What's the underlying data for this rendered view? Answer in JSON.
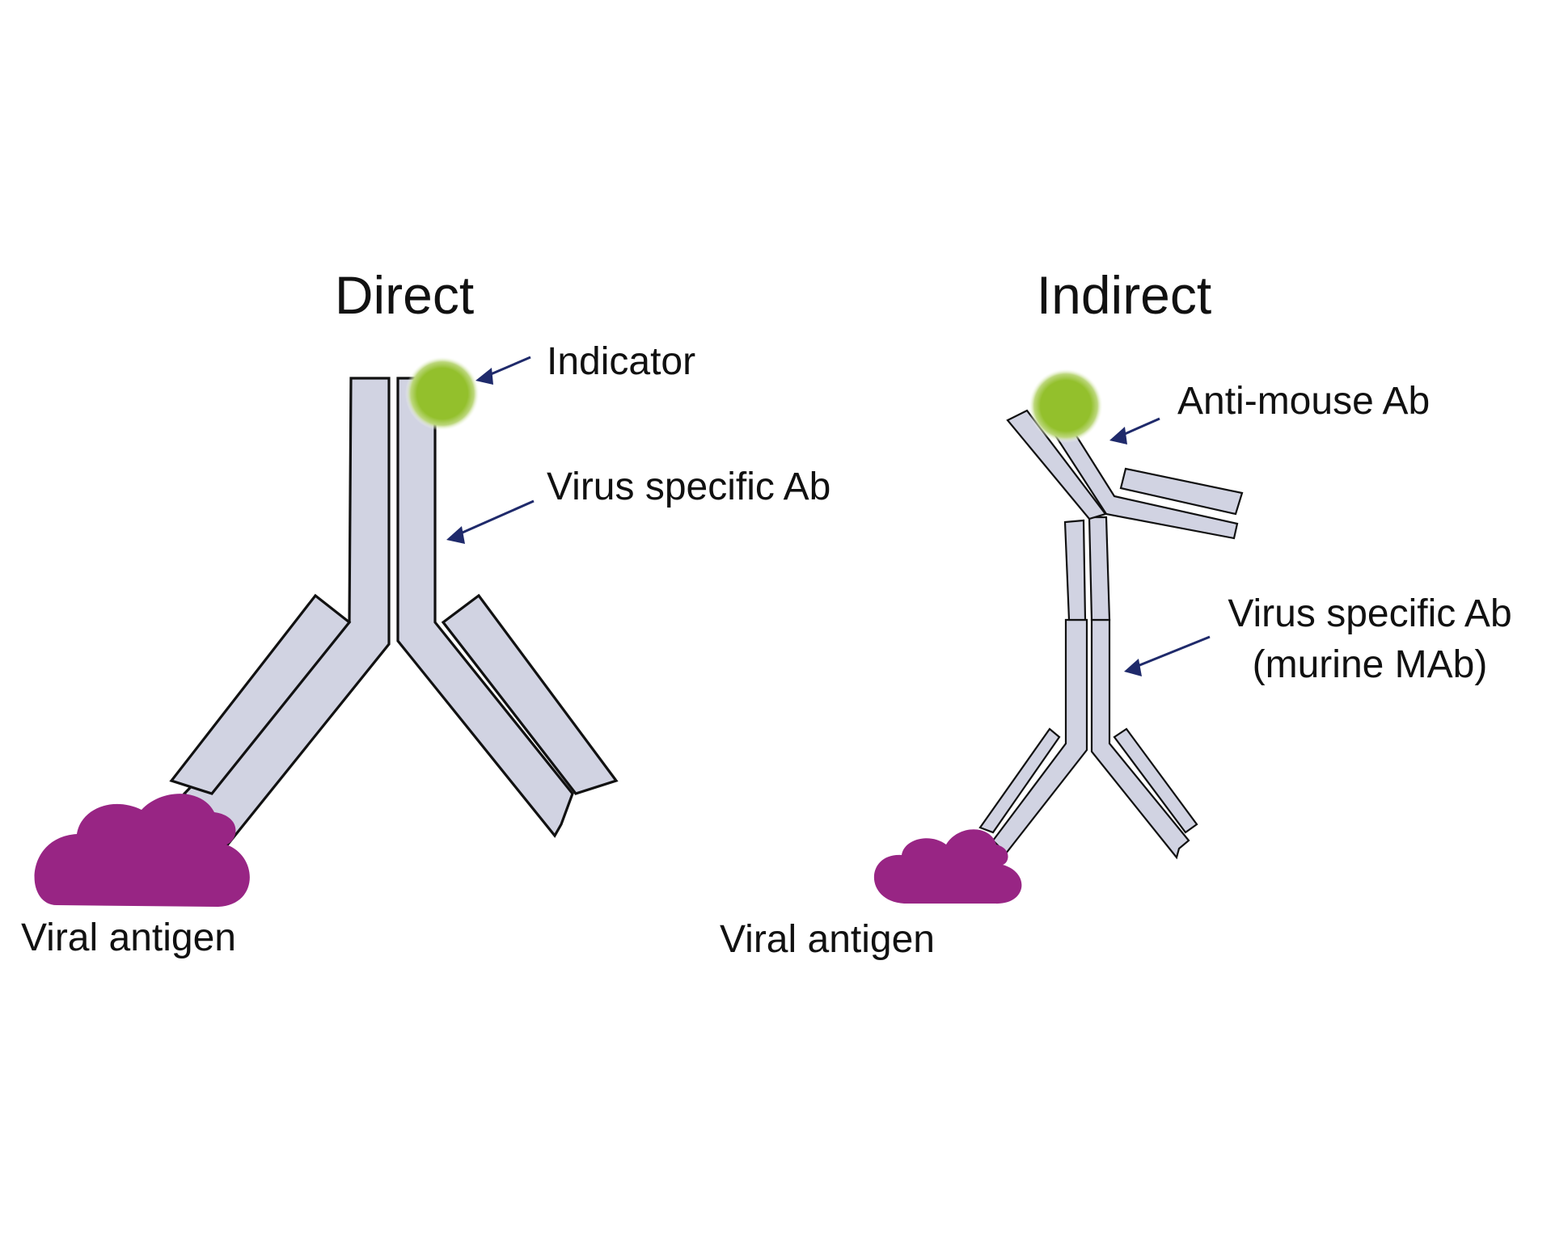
{
  "direct": {
    "title": "Direct",
    "indicator_label": "Indicator",
    "antibody_label": "Virus specific Ab",
    "antigen_label": "Viral antigen"
  },
  "indirect": {
    "title": "Indirect",
    "secondary_label": "Anti-mouse Ab",
    "primary_label_line1": "Virus specific Ab",
    "primary_label_line2": "(murine MAb)",
    "antigen_label": "Viral antigen"
  },
  "colors": {
    "antibody_fill": "#d1d3e2",
    "indicator_green": "#93c02c",
    "antigen_purple": "#982584",
    "arrow_navy": "#1f2a6b"
  },
  "icons": {
    "indicator": "green-dot-icon",
    "antigen": "cloud-blob-icon",
    "antibody": "y-shaped-antibody-icon"
  }
}
